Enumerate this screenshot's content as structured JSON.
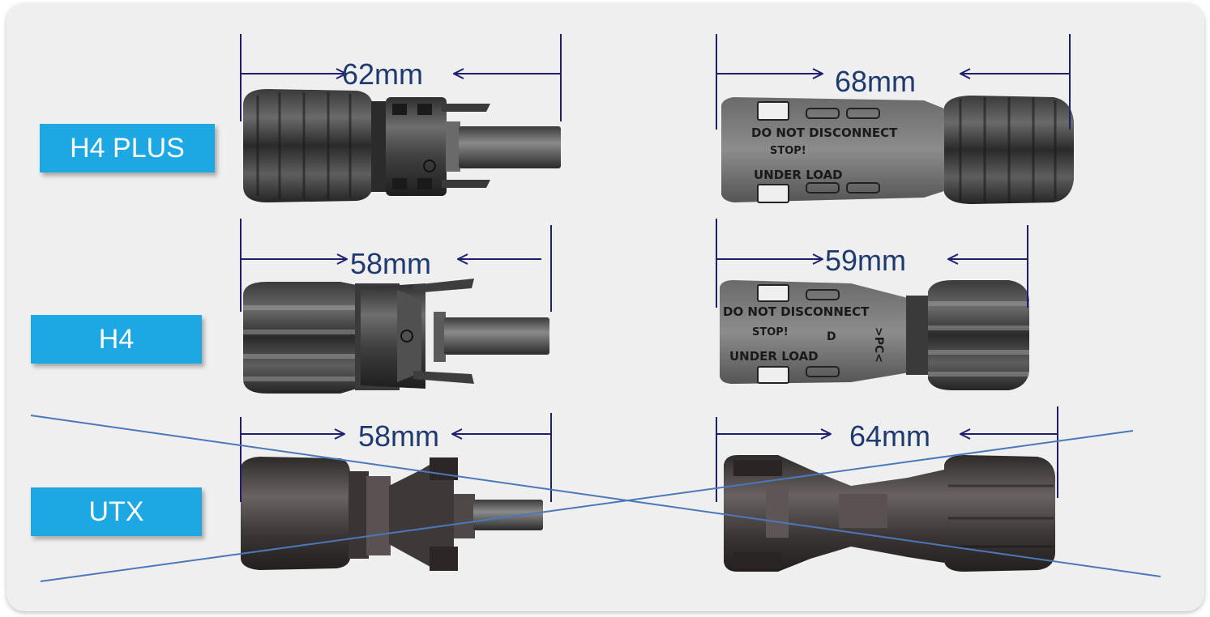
{
  "rows": [
    {
      "label": "H4 PLUS",
      "male_length": "62mm",
      "female_length": "68mm",
      "crossed_out": false
    },
    {
      "label": "H4",
      "male_length": "58mm",
      "female_length": "59mm",
      "crossed_out": false
    },
    {
      "label": "UTX",
      "male_length": "58mm",
      "female_length": "64mm",
      "crossed_out": true
    }
  ],
  "markings": {
    "do_not_disconnect": "DO NOT DISCONNECT",
    "stop": "STOP!",
    "under_load": "UNDER LOAD",
    "pc": ">PC<",
    "d": "D"
  },
  "colors": {
    "label_bg": "#1da8e3",
    "dimension_line": "#1f1f6e",
    "dimension_text": "#1f3a6e",
    "cross_line": "#4a78b8",
    "panel_bg": "#efefef"
  }
}
